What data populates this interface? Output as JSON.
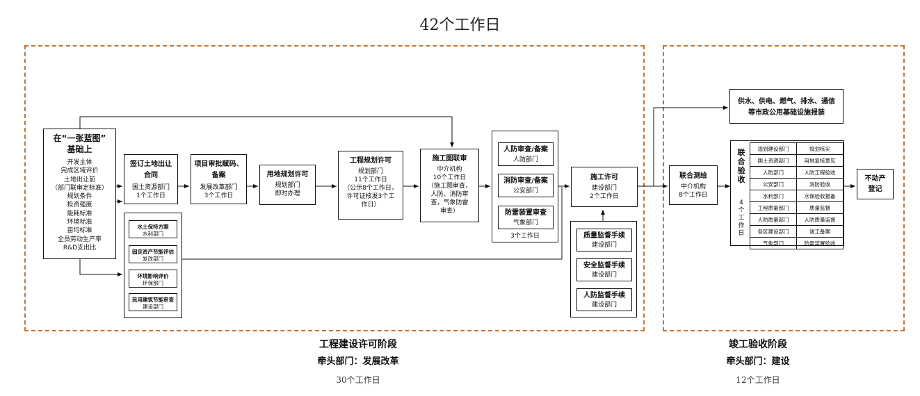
{
  "title": "42个工作日",
  "left_phase": {
    "name": "工程建设许可阶段",
    "lead": "牵头部门：发展改革",
    "days": "30个工作日"
  },
  "right_phase": {
    "name": "竣工验收阶段",
    "lead": "牵头部门：建设",
    "days": "12个工作日"
  },
  "start": {
    "title1": "在“一张蓝图”",
    "title2": "基础上",
    "items": [
      "开发主体",
      "完成区域评价",
      "土地出让前",
      "（部门联审定标准）",
      "规划条件",
      "投资强度",
      "能耗标准",
      "环境标准",
      "亩均标准",
      "全员劳动生产率",
      "R&D支出比"
    ]
  },
  "land": {
    "title1": "签订土地出让",
    "title2": "合同",
    "dept": "国土资源部门",
    "days": "1个工作日"
  },
  "project": {
    "title1": "项目审批赋码、",
    "title2": "备案",
    "dept": "发展改革部门",
    "days": "3个工作日"
  },
  "landplan": {
    "title": "用地规划许可",
    "dept": "规划部门",
    "note": "即时办理"
  },
  "engplan": {
    "title": "工程规划许可",
    "dept": "规划部门",
    "days": "11个工作日",
    "note1": "（公示8个工作日，",
    "note2": "许可证核发3个工",
    "note3": "作日）"
  },
  "drawing": {
    "title": "施工图联审",
    "dept": "中介机构",
    "days": "10个工作日",
    "note1": "（施工图审查，",
    "note2": "人防、消防审",
    "note3": "查，气象防雷",
    "note4": "审查）"
  },
  "reviews": {
    "items": [
      {
        "title": "人防审查/备案",
        "dept": "人防部门"
      },
      {
        "title": "消防审查/备案",
        "dept": "公安部门"
      },
      {
        "title": "防雷装置审查",
        "dept": "气象部门"
      }
    ],
    "days": "3个工作日"
  },
  "parallel": {
    "items": [
      {
        "title": "水土保持方案",
        "dept": "水利部门"
      },
      {
        "title": "固定资产节能评估",
        "dept": "发改部门"
      },
      {
        "title": "环境影响评价",
        "dept": "环保部门"
      },
      {
        "title": "民用建筑节能审查",
        "dept": "建设部门"
      }
    ]
  },
  "permit": {
    "title": "施工许可",
    "dept": "建设部门",
    "days": "2个工作日"
  },
  "supervise": {
    "items": [
      {
        "title": "质量监督手续",
        "dept": "建设部门"
      },
      {
        "title": "安全监督手续",
        "dept": "建设部门"
      },
      {
        "title": "人防监督手续",
        "dept": "建设部门"
      }
    ]
  },
  "survey": {
    "title": "联合测绘",
    "dept": "中介机构",
    "days": "8个工作日"
  },
  "utilities": {
    "line1": "供水、供电、燃气、排水、通信",
    "line2": "等市政公用基础设施报装"
  },
  "acceptance": {
    "title": [
      "联",
      "合",
      "验",
      "收"
    ],
    "days": [
      "4",
      "个",
      "工",
      "作",
      "日"
    ],
    "rows": [
      [
        "规划建设部门",
        "规划核实"
      ],
      [
        "国土资源部门",
        "用地复核意见"
      ],
      [
        "人防部门",
        "人防工程验收"
      ],
      [
        "公安部门",
        "消防验收"
      ],
      [
        "水利部门",
        "水保验收报备"
      ],
      [
        "工程质量部门",
        "质量监督"
      ],
      [
        "人防质量部门",
        "人防质量监督"
      ],
      [
        "各区建设部门",
        "竣工备案"
      ],
      [
        "气象部门",
        "防雷装置验收"
      ]
    ]
  },
  "registration": {
    "line1": "不动产",
    "line2": "登记"
  }
}
